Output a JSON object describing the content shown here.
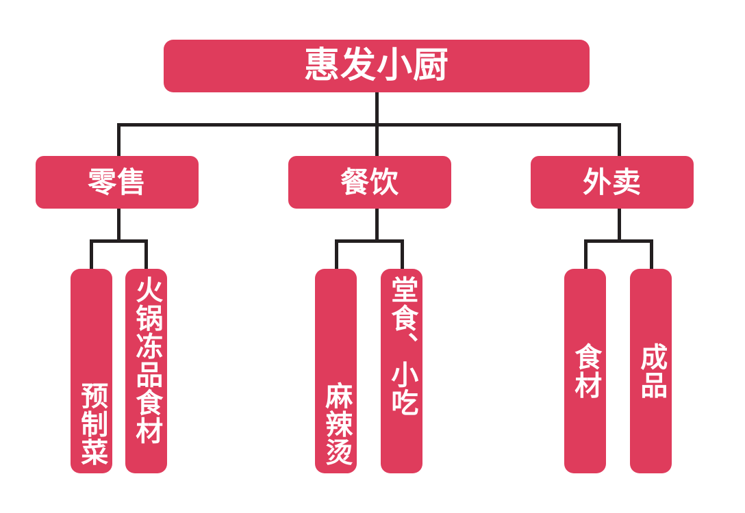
{
  "diagram": {
    "title": "惠发小厨",
    "type": "organization-tree",
    "colors": {
      "node_fill": "#DF3C5C",
      "node_text": "#FFFFFF",
      "connector": "#231F20",
      "background": "#FFFFFF"
    },
    "root": {
      "label": "惠发小厨"
    },
    "branches": [
      {
        "label": "零售",
        "children": [
          {
            "label": "预制菜"
          },
          {
            "label": "火锅冻品食材"
          }
        ]
      },
      {
        "label": "餐饮",
        "children": [
          {
            "label": "麻辣烫"
          },
          {
            "label": "堂食、小吃"
          }
        ]
      },
      {
        "label": "外卖",
        "children": [
          {
            "label": "食材"
          },
          {
            "label": "成品"
          }
        ]
      }
    ]
  }
}
